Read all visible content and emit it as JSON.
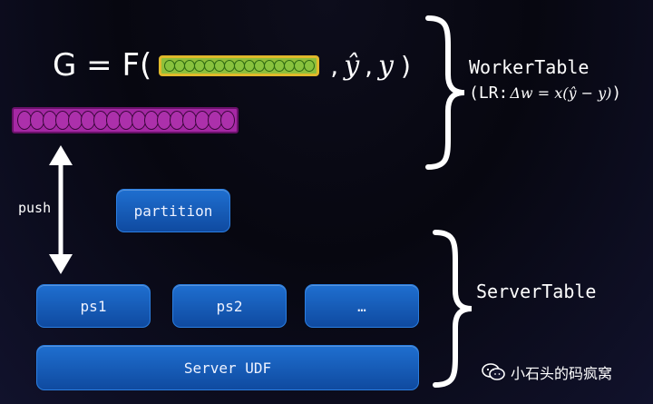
{
  "formula": {
    "lhs": "G = F(",
    "arg_y_hat": "ŷ",
    "arg_y": "y",
    "separator": ",",
    "close": ")"
  },
  "worker_table": {
    "label": "WorkerTable",
    "rule_prefix": "(LR:",
    "rule_expr": "Δw = x(ŷ − y)",
    "rule_suffix": ")"
  },
  "server_table": {
    "label": "ServerTable"
  },
  "arrow": {
    "label": "push"
  },
  "partition": {
    "label": "partition"
  },
  "servers": [
    {
      "label": "ps1"
    },
    {
      "label": "ps2"
    },
    {
      "label": "…"
    }
  ],
  "server_udf": {
    "label": "Server UDF"
  },
  "watermark": {
    "text": "小石头的码疯窝"
  },
  "colors": {
    "background": "#0a0a16",
    "box_fill": "#1a63c4",
    "green_vector": "#8fbf3a",
    "green_vector_border": "#e0b92b",
    "purple_vector": "#a528a4"
  }
}
